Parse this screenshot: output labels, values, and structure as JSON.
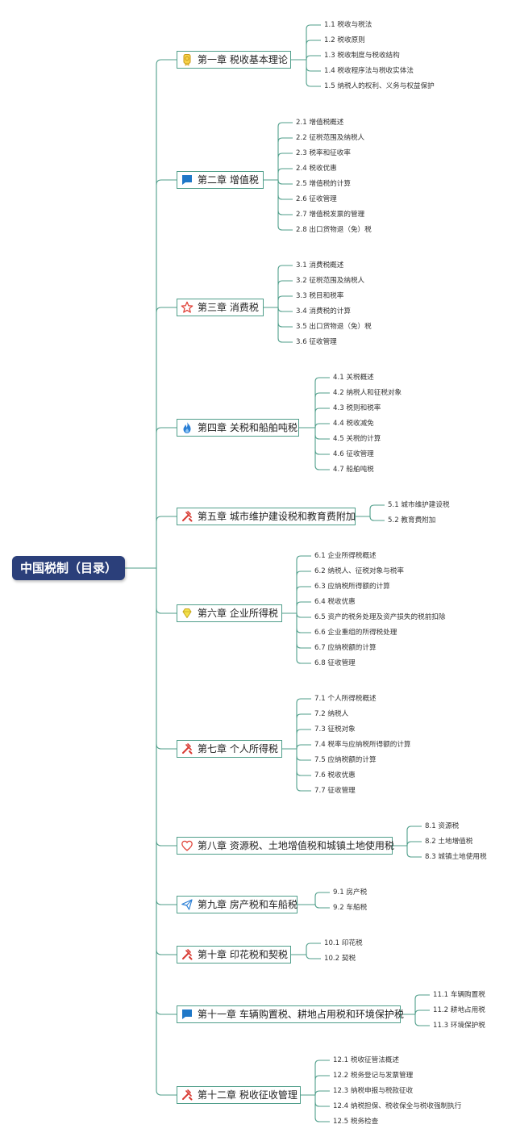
{
  "root": {
    "title": "中国税制（目录）"
  },
  "chapters": [
    {
      "title": "第一章 税收基本理论",
      "icon": "medal-icon",
      "items": [
        "1.1 税收与税法",
        "1.2 税收原则",
        "1.3 税收制度与税收结构",
        "1.4 税收程序法与税收实体法",
        "1.5 纳税人的权利、义务与权益保护"
      ]
    },
    {
      "title": "第二章 增值税",
      "icon": "flag-icon",
      "items": [
        "2.1 增值税概述",
        "2.2 征税范围及纳税人",
        "2.3 税率和征收率",
        "2.4 税收优惠",
        "2.5 增值税的计算",
        "2.6 征收管理",
        "2.7 增值税发票的管理",
        "2.8 出口货物退（免）税"
      ]
    },
    {
      "title": "第三章 消费税",
      "icon": "star-icon",
      "items": [
        "3.1 消费税概述",
        "3.2 征税范围及纳税人",
        "3.3 税目和税率",
        "3.4 消费税的计算",
        "3.5 出口货物退（免）税",
        "3.6 征收管理"
      ]
    },
    {
      "title": "第四章 关税和船舶吨税",
      "icon": "fire-icon",
      "items": [
        "4.1 关税概述",
        "4.2 纳税人和征税对象",
        "4.3 税则和税率",
        "4.4 税收减免",
        "4.5 关税的计算",
        "4.6 征收管理",
        "4.7 船舶吨税"
      ]
    },
    {
      "title": "第五章 城市维护建设税和教育费附加",
      "icon": "tools-icon",
      "items": [
        "5.1 城市维护建设税",
        "5.2 教育费附加"
      ]
    },
    {
      "title": "第六章 企业所得税",
      "icon": "diamond-icon",
      "items": [
        "6.1 企业所得税概述",
        "6.2 纳税人、征税对象与税率",
        "6.3 应纳税所得额的计算",
        "6.4 税收优惠",
        "6.5 资产的税务处理及资产损失的税前扣除",
        "6.6 企业重组的所得税处理",
        "6.7 应纳税额的计算",
        "6.8 征收管理"
      ]
    },
    {
      "title": "第七章 个人所得税",
      "icon": "tools-icon",
      "items": [
        "7.1 个人所得税概述",
        "7.2 纳税人",
        "7.3 征税对象",
        "7.4 税率与应纳税所得额的计算",
        "7.5 应纳税额的计算",
        "7.6 税收优惠",
        "7.7 征收管理"
      ]
    },
    {
      "title": "第八章 资源税、土地增值税和城镇土地使用税",
      "icon": "heart-icon",
      "items": [
        "8.1 资源税",
        "8.2 土地增值税",
        "8.3 城镇土地使用税"
      ]
    },
    {
      "title": "第九章 房产税和车船税",
      "icon": "send-icon",
      "items": [
        "9.1 房产税",
        "9.2 车船税"
      ]
    },
    {
      "title": "第十章 印花税和契税",
      "icon": "tools-icon",
      "items": [
        "10.1 印花税",
        "10.2 契税"
      ]
    },
    {
      "title": "第十一章 车辆购置税、耕地占用税和环境保护税",
      "icon": "flag-icon",
      "items": [
        "11.1 车辆购置税",
        "11.2 耕地占用税",
        "11.3 环境保护税"
      ]
    },
    {
      "title": "第十二章 税收征收管理",
      "icon": "tools-icon",
      "items": [
        "12.1 税收征管法概述",
        "12.2 税务登记与发票管理",
        "12.3 纳税申报与税款征收",
        "12.4 纳税担保、税收保全与税收强制执行",
        "12.5 税务检查"
      ]
    }
  ],
  "colors": {
    "root_bg": "#2b3f7a",
    "line": "#4f9e8a"
  }
}
